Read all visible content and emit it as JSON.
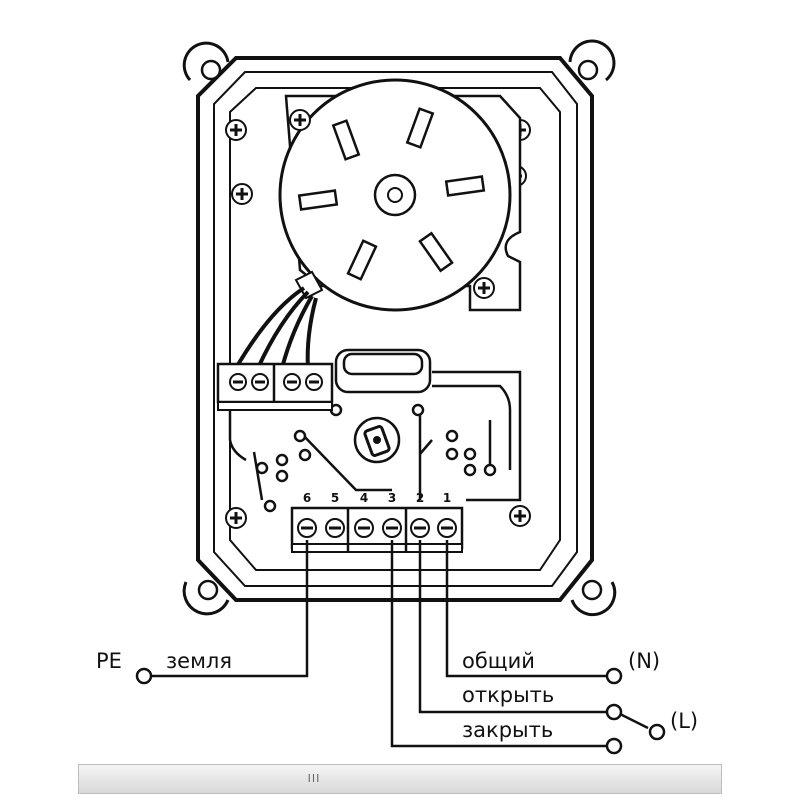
{
  "terminals": [
    "6",
    "5",
    "4",
    "3",
    "2",
    "1"
  ],
  "labels": {
    "pe": "PE",
    "earth": "земля",
    "common": "общий",
    "open": "открыть",
    "close": "закрыть",
    "neutral": "(N)",
    "line": "(L)"
  },
  "scrollbar": {
    "grip": "III"
  }
}
